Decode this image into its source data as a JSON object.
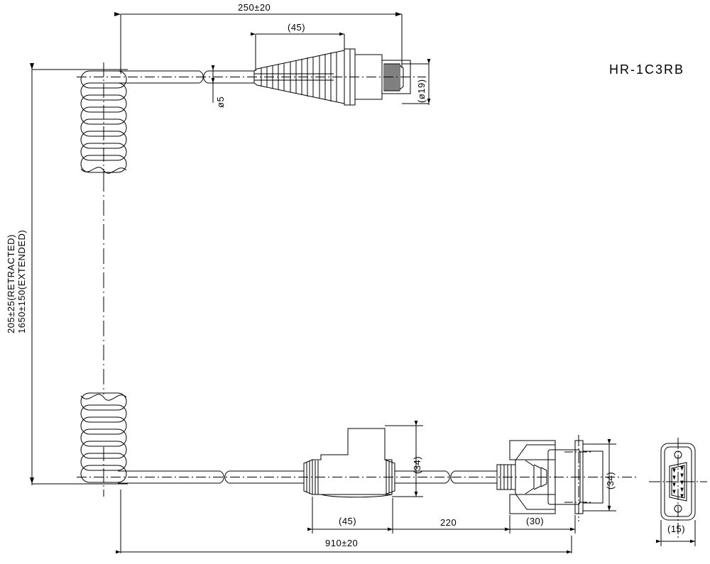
{
  "drawing": {
    "part_number": "HR-1C3RB",
    "type": "mechanical-dimension-drawing",
    "units": "mm",
    "description": "Coiled cable assembly with circular microphone connector and DE-9 D-sub connector"
  },
  "dimensions": {
    "top_overall": "250±20",
    "top_connector": "(45)",
    "cable_diameter": "ø5",
    "connector_diameter": "(ø19)",
    "coil_retracted": "205±25(RETRACTED)",
    "coil_extended": "1650±150(EXTENDED)",
    "bottom_connector_1": "(45)",
    "bottom_cable_mid": "220",
    "bottom_connector_2": "(30)",
    "bottom_overall": "910±20",
    "mic_height": "(34)",
    "dsub_height": "(34)",
    "dsub_width": "(15)"
  },
  "views": {
    "top_view_name": "top-assembly-view",
    "bottom_view_name": "bottom-assembly-view",
    "end_view_name": "dsub-face-view"
  },
  "colors": {
    "line": "#000000",
    "background": "#ffffff"
  }
}
